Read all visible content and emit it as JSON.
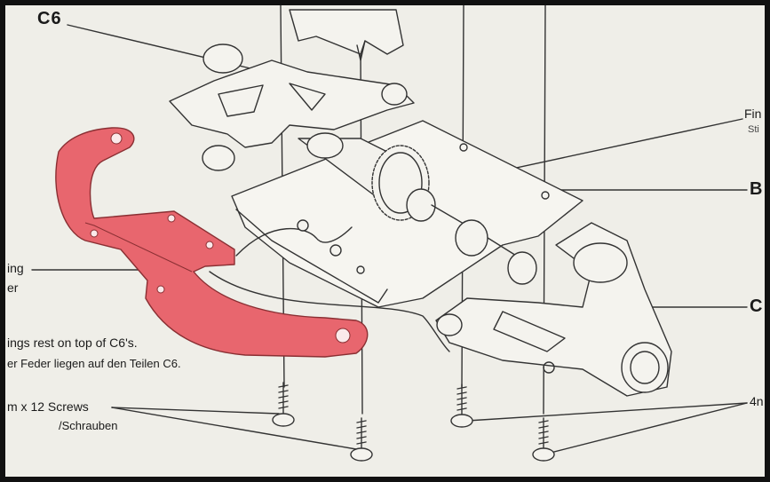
{
  "labels": {
    "c6_top": "C6",
    "fin": "Fin",
    "sti": "Sti",
    "b": "B",
    "c_right": "C",
    "spring_partial": "ing",
    "er_partial": "er",
    "springs_en": "ings rest on top of C6's.",
    "springs_de": "er Feder liegen auf den Teilen C6.",
    "screws_en": "m x 12 Screws",
    "screws_de": "/Schrauben",
    "four_m": "4n"
  },
  "colors": {
    "accent_part": "#e8666e",
    "paper": "#efeee8",
    "ink": "#333333"
  }
}
